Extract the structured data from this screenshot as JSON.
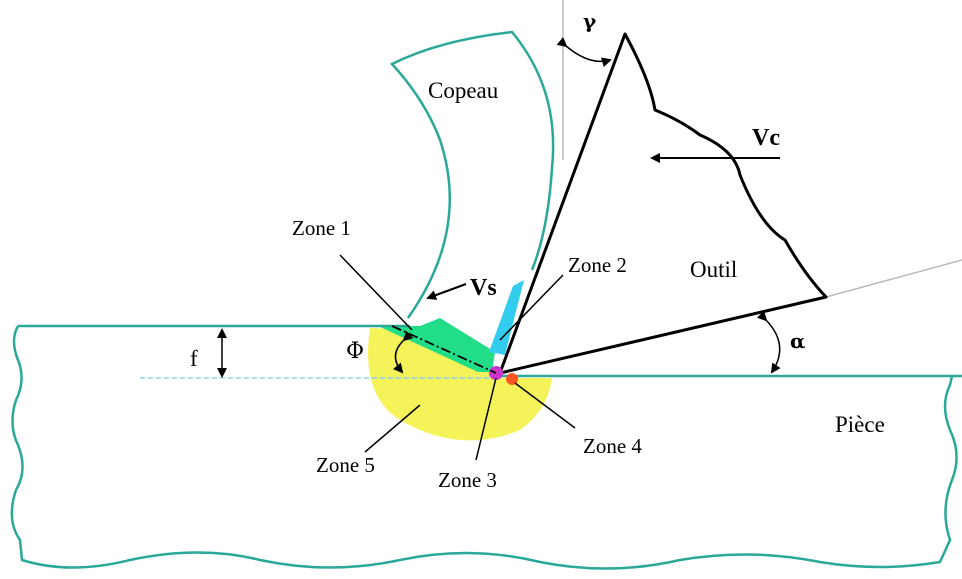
{
  "labels": {
    "chip": "Copeau",
    "tool": "Outil",
    "workpiece": "Pièce",
    "zone1": "Zone 1",
    "zone2": "Zone 2",
    "zone3": "Zone 3",
    "zone4": "Zone 4",
    "zone5": "Zone 5",
    "cutting_speed": "Vc",
    "chip_speed": "Vs",
    "feed": "f",
    "shear_angle": "Φ",
    "rake_angle": "γ",
    "clearance_angle": "α"
  },
  "colors": {
    "outline": "#2aa898",
    "zone1": "#22dd88",
    "zone2": "#33ccee",
    "zone3": "#cc33cc",
    "zone4": "#ff5522",
    "zone5": "#f4f45a",
    "feed_line": "#8fd0e8",
    "reference": "#bbbbbb"
  }
}
